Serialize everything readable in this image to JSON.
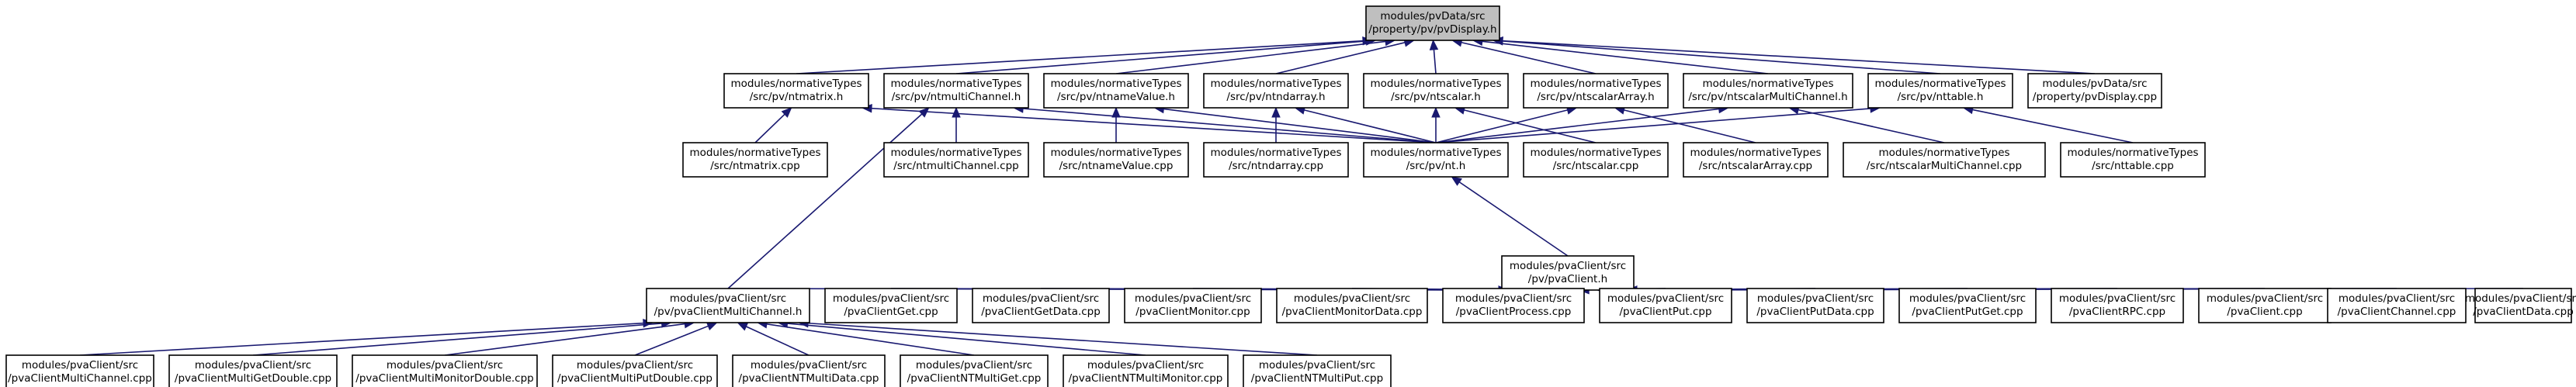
{
  "nodes": [
    {
      "id": "root",
      "lines": [
        "modules/pvData/src",
        "/property/pv/pvDisplay.h"
      ]
    },
    {
      "id": "ntmatrix_h",
      "lines": [
        "modules/normativeTypes",
        "/src/pv/ntmatrix.h"
      ]
    },
    {
      "id": "ntmultichannel_h",
      "lines": [
        "modules/normativeTypes",
        "/src/pv/ntmultiChannel.h"
      ]
    },
    {
      "id": "ntnamevalue_h",
      "lines": [
        "modules/normativeTypes",
        "/src/pv/ntnameValue.h"
      ]
    },
    {
      "id": "ntndarray_h",
      "lines": [
        "modules/normativeTypes",
        "/src/pv/ntndarray.h"
      ]
    },
    {
      "id": "ntscalar_h",
      "lines": [
        "modules/normativeTypes",
        "/src/pv/ntscalar.h"
      ]
    },
    {
      "id": "ntscalararray_h",
      "lines": [
        "modules/normativeTypes",
        "/src/pv/ntscalarArray.h"
      ]
    },
    {
      "id": "ntscalarmultichannel_h",
      "lines": [
        "modules/normativeTypes",
        "/src/pv/ntscalarMultiChannel.h"
      ]
    },
    {
      "id": "nttable_h",
      "lines": [
        "modules/normativeTypes",
        "/src/pv/nttable.h"
      ]
    },
    {
      "id": "pvdisplay_cpp",
      "lines": [
        "modules/pvData/src",
        "/property/pvDisplay.cpp"
      ]
    },
    {
      "id": "ntmatrix_cpp",
      "lines": [
        "modules/normativeTypes",
        "/src/ntmatrix.cpp"
      ]
    },
    {
      "id": "ntmultichannel_cpp",
      "lines": [
        "modules/normativeTypes",
        "/src/ntmultiChannel.cpp"
      ]
    },
    {
      "id": "ntnamevalue_cpp",
      "lines": [
        "modules/normativeTypes",
        "/src/ntnameValue.cpp"
      ]
    },
    {
      "id": "ntndarray_cpp",
      "lines": [
        "modules/normativeTypes",
        "/src/ntndarray.cpp"
      ]
    },
    {
      "id": "nt_h",
      "lines": [
        "modules/normativeTypes",
        "/src/pv/nt.h"
      ]
    },
    {
      "id": "ntscalar_cpp",
      "lines": [
        "modules/normativeTypes",
        "/src/ntscalar.cpp"
      ]
    },
    {
      "id": "ntscalararray_cpp",
      "lines": [
        "modules/normativeTypes",
        "/src/ntscalarArray.cpp"
      ]
    },
    {
      "id": "ntscalarmultichannel_cpp",
      "lines": [
        "modules/normativeTypes",
        "/src/ntscalarMultiChannel.cpp"
      ]
    },
    {
      "id": "nttable_cpp",
      "lines": [
        "modules/normativeTypes",
        "/src/nttable.cpp"
      ]
    },
    {
      "id": "pvaclient_h",
      "lines": [
        "modules/pvaClient/src",
        "/pv/pvaClient.h"
      ]
    },
    {
      "id": "pvaclientmultichannel_h",
      "lines": [
        "modules/pvaClient/src",
        "/pv/pvaClientMultiChannel.h"
      ]
    },
    {
      "id": "pvaclientget_cpp",
      "lines": [
        "modules/pvaClient/src",
        "/pvaClientGet.cpp"
      ]
    },
    {
      "id": "pvaclientgetdata_cpp",
      "lines": [
        "modules/pvaClient/src",
        "/pvaClientGetData.cpp"
      ]
    },
    {
      "id": "pvaclientmonitor_cpp",
      "lines": [
        "modules/pvaClient/src",
        "/pvaClientMonitor.cpp"
      ]
    },
    {
      "id": "pvaclientmonitordata_cpp",
      "lines": [
        "modules/pvaClient/src",
        "/pvaClientMonitorData.cpp"
      ]
    },
    {
      "id": "pvaclientprocess_cpp",
      "lines": [
        "modules/pvaClient/src",
        "/pvaClientProcess.cpp"
      ]
    },
    {
      "id": "pvaclientput_cpp",
      "lines": [
        "modules/pvaClient/src",
        "/pvaClientPut.cpp"
      ]
    },
    {
      "id": "pvaclientputdata_cpp",
      "lines": [
        "modules/pvaClient/src",
        "/pvaClientPutData.cpp"
      ]
    },
    {
      "id": "pvaclientputget_cpp",
      "lines": [
        "modules/pvaClient/src",
        "/pvaClientPutGet.cpp"
      ]
    },
    {
      "id": "pvaclientrpc_cpp",
      "lines": [
        "modules/pvaClient/src",
        "/pvaClientRPC.cpp"
      ]
    },
    {
      "id": "pvaclient_cpp",
      "lines": [
        "modules/pvaClient/src",
        "/pvaClient.cpp"
      ]
    },
    {
      "id": "pvaclientchannel_cpp",
      "lines": [
        "modules/pvaClient/src",
        "/pvaClientChannel.cpp"
      ]
    },
    {
      "id": "pvaclientdata_cpp",
      "lines": [
        "modules/pvaClient/src",
        "/pvaClientData.cpp"
      ]
    },
    {
      "id": "pvaclientmultichannel_cpp",
      "lines": [
        "modules/pvaClient/src",
        "/pvaClientMultiChannel.cpp"
      ]
    },
    {
      "id": "pvaclientmultigetdouble_cpp",
      "lines": [
        "modules/pvaClient/src",
        "/pvaClientMultiGetDouble.cpp"
      ]
    },
    {
      "id": "pvaclientmultimonitordouble_cpp",
      "lines": [
        "modules/pvaClient/src",
        "/pvaClientMultiMonitorDouble.cpp"
      ]
    },
    {
      "id": "pvaclientmultiputdouble_cpp",
      "lines": [
        "modules/pvaClient/src",
        "/pvaClientMultiPutDouble.cpp"
      ]
    },
    {
      "id": "pvaclientntmultidata_cpp",
      "lines": [
        "modules/pvaClient/src",
        "/pvaClientNTMultiData.cpp"
      ]
    },
    {
      "id": "pvaclientntmultiget_cpp",
      "lines": [
        "modules/pvaClient/src",
        "/pvaClientNTMultiGet.cpp"
      ]
    },
    {
      "id": "pvaclientntmultimonitor_cpp",
      "lines": [
        "modules/pvaClient/src",
        "/pvaClientNTMultiMonitor.cpp"
      ]
    },
    {
      "id": "pvaclientntmultiput_cpp",
      "lines": [
        "modules/pvaClient/src",
        "/pvaClientNTMultiPut.cpp"
      ]
    }
  ],
  "edges": [
    [
      "ntmatrix_h",
      "root"
    ],
    [
      "ntmultichannel_h",
      "root"
    ],
    [
      "ntnamevalue_h",
      "root"
    ],
    [
      "ntndarray_h",
      "root"
    ],
    [
      "ntscalar_h",
      "root"
    ],
    [
      "ntscalararray_h",
      "root"
    ],
    [
      "ntscalarmultichannel_h",
      "root"
    ],
    [
      "nttable_h",
      "root"
    ],
    [
      "pvdisplay_cpp",
      "root"
    ],
    [
      "ntmatrix_cpp",
      "ntmatrix_h"
    ],
    [
      "nt_h",
      "ntmatrix_h"
    ],
    [
      "ntmultichannel_cpp",
      "ntmultichannel_h"
    ],
    [
      "nt_h",
      "ntmultichannel_h"
    ],
    [
      "pvaclientmultichannel_h",
      "ntmultichannel_h"
    ],
    [
      "ntnamevalue_cpp",
      "ntnamevalue_h"
    ],
    [
      "nt_h",
      "ntnamevalue_h"
    ],
    [
      "ntndarray_cpp",
      "ntndarray_h"
    ],
    [
      "nt_h",
      "ntndarray_h"
    ],
    [
      "ntscalar_cpp",
      "ntscalar_h"
    ],
    [
      "nt_h",
      "ntscalar_h"
    ],
    [
      "ntscalararray_cpp",
      "ntscalararray_h"
    ],
    [
      "nt_h",
      "ntscalararray_h"
    ],
    [
      "ntscalarmultichannel_cpp",
      "ntscalarmultichannel_h"
    ],
    [
      "nt_h",
      "ntscalarmultichannel_h"
    ],
    [
      "nttable_cpp",
      "nttable_h"
    ],
    [
      "nt_h",
      "nttable_h"
    ],
    [
      "pvaclient_h",
      "nt_h"
    ],
    [
      "pvaclientmultichannel_h",
      "pvaclient_h"
    ],
    [
      "pvaclientget_cpp",
      "pvaclient_h"
    ],
    [
      "pvaclientgetdata_cpp",
      "pvaclient_h"
    ],
    [
      "pvaclientmonitor_cpp",
      "pvaclient_h"
    ],
    [
      "pvaclientmonitordata_cpp",
      "pvaclient_h"
    ],
    [
      "pvaclientprocess_cpp",
      "pvaclient_h"
    ],
    [
      "pvaclientput_cpp",
      "pvaclient_h"
    ],
    [
      "pvaclientputdata_cpp",
      "pvaclient_h"
    ],
    [
      "pvaclientputget_cpp",
      "pvaclient_h"
    ],
    [
      "pvaclientrpc_cpp",
      "pvaclient_h"
    ],
    [
      "pvaclient_cpp",
      "pvaclient_h"
    ],
    [
      "pvaclientchannel_cpp",
      "pvaclient_h"
    ],
    [
      "pvaclientdata_cpp",
      "pvaclient_h"
    ],
    [
      "pvaclientmultichannel_cpp",
      "pvaclientmultichannel_h"
    ],
    [
      "pvaclientmultigetdouble_cpp",
      "pvaclientmultichannel_h"
    ],
    [
      "pvaclientmultimonitordouble_cpp",
      "pvaclientmultichannel_h"
    ],
    [
      "pvaclientmultiputdouble_cpp",
      "pvaclientmultichannel_h"
    ],
    [
      "pvaclientntmultidata_cpp",
      "pvaclientmultichannel_h"
    ],
    [
      "pvaclientntmultiget_cpp",
      "pvaclientmultichannel_h"
    ],
    [
      "pvaclientntmultimonitor_cpp",
      "pvaclientmultichannel_h"
    ],
    [
      "pvaclientntmultiput_cpp",
      "pvaclientmultichannel_h"
    ]
  ],
  "colors": {
    "edge": "#191970",
    "root_fill": "#bfbfbf",
    "node_fill": "#ffffff",
    "border": "#000000"
  }
}
